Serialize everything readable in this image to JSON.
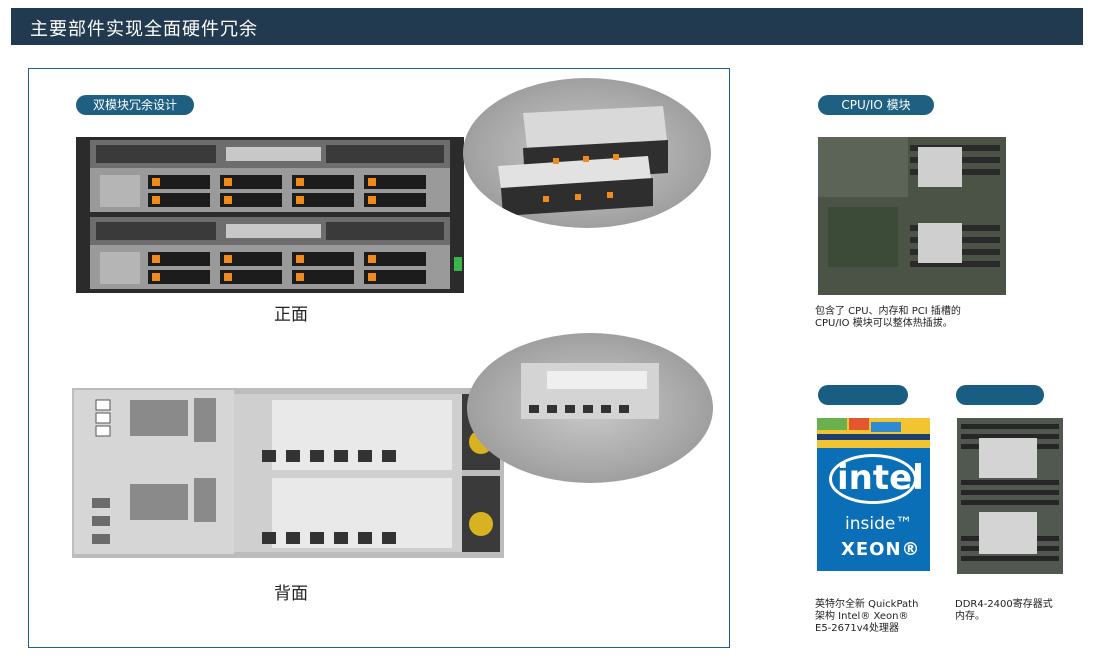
{
  "header": {
    "title": "主要部件实现全面硬件冗余"
  },
  "left": {
    "badge": "双模块冗余设计",
    "front_caption": "正面",
    "back_caption": "背面"
  },
  "right": {
    "cpu_badge": "CPU/IO 模块",
    "cpu_desc_line1": "包含了 CPU、内存和 PCI 插槽的",
    "cpu_desc_line2": "CPU/IO 模块可以整体热插拔。",
    "intel_logo": "intel",
    "intel_inside": "inside™",
    "intel_xeon": "XEON®",
    "intel_desc_line1": "英特尔全新 QuickPath",
    "intel_desc_line2": "架构 Intel® Xeon®",
    "intel_desc_line3": "E5-2671v4处理器",
    "ddr_desc_line1": "DDR4-2400寄存器式",
    "ddr_desc_line2": "内存。"
  }
}
